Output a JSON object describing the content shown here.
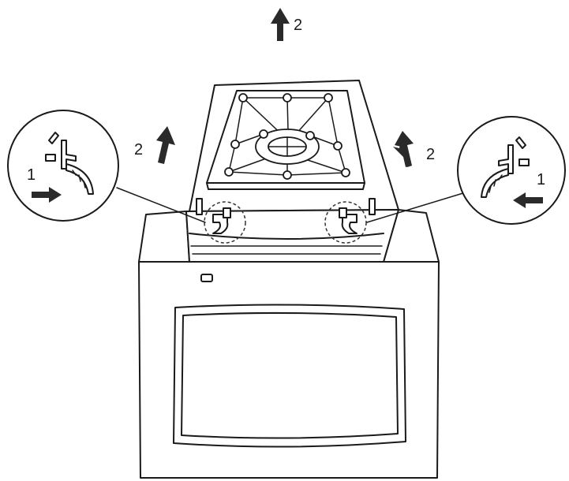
{
  "labels": {
    "top_arrow": "2",
    "left_up_arrow": "2",
    "right_up_arrow": "2",
    "left_push_arrow": "1",
    "right_push_arrow": "1"
  },
  "colors": {
    "line": "#1a1a1a",
    "arrow": "#2a2a2a",
    "background": "#ffffff"
  }
}
